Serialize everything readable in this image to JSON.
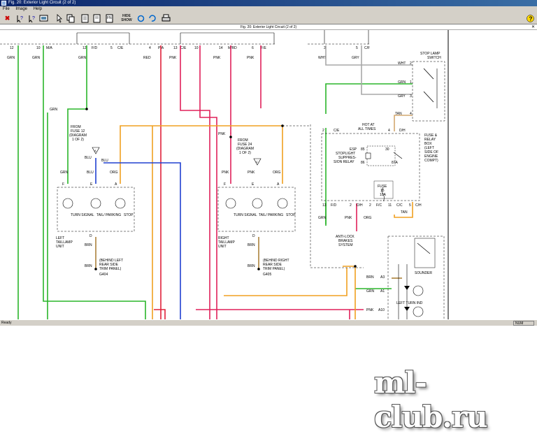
{
  "window": {
    "title": "Fig. 20: Exterior Light Circuit (2 of 2)",
    "menu": [
      "File",
      "Image",
      "Help"
    ]
  },
  "toolbar": {
    "close_glyph": "✖",
    "help_glyph": "?",
    "hide_show_label": "HIDE SHOW",
    "print_glyph": "🖶",
    "help_icon": "question-icon"
  },
  "document": {
    "title": "Fig. 20: Exterior Light Circuit (2 of 2)"
  },
  "status": {
    "left": "Ready",
    "right": "NUM"
  },
  "diagram": {
    "top_connectors": [
      {
        "pin": "12",
        "color": "GRN"
      },
      {
        "pin": "10",
        "code": "M/A",
        "color": "GRN"
      },
      {
        "pin": "12",
        "code": "F/D",
        "color": "GRN"
      },
      {
        "pin": "5",
        "code": "C/E",
        "color": ""
      },
      {
        "pin": "4",
        "code": "P/A",
        "color": "RED"
      },
      {
        "pin": "13",
        "code": "C/E",
        "color": "PNK"
      },
      {
        "pin": "10",
        "code": "",
        "color": ""
      },
      {
        "pin": "14",
        "code": "M/RD",
        "color": "PNK"
      },
      {
        "pin": "6",
        "code": "F/E",
        "color": "PNK"
      },
      {
        "pin": "3",
        "code": "",
        "color": "WHT"
      },
      {
        "pin": "5",
        "code": "C/F",
        "color": "GRY"
      }
    ],
    "left_fuse": {
      "line1": "FROM",
      "line2": "FUSE 12",
      "line3": "(DIAGRAM",
      "line4": "1 OF 2)",
      "letter": "A"
    },
    "right_fuse": {
      "line1": "FROM",
      "line2": "FUSE 24",
      "line3": "(DIAGRAM",
      "line4": "1 OF 2)",
      "letter": "C"
    },
    "left_unit": {
      "pins": [
        "F",
        "E",
        "A"
      ],
      "wires": [
        "GRN",
        "BLU",
        "ORG"
      ],
      "bulbs": [
        "TURN SIGNAL",
        "TAIL/ PARKING",
        "STOP"
      ],
      "name": [
        "LEFT",
        "TAILLAMP",
        "UNIT"
      ],
      "ground_pin": "D",
      "ground_wire": "BRN",
      "ground_wire2": "BRN",
      "ground_note": [
        "(BEHIND LEFT",
        "REAR SIDE",
        "TRIM PANEL)"
      ],
      "ground_id": "G404"
    },
    "right_unit": {
      "pins": [
        "F",
        "E",
        "A"
      ],
      "wires": [
        "PNK",
        "PNK",
        "ORG"
      ],
      "bulbs": [
        "TURN SIGNAL",
        "TAIL/ PARKING",
        "STOP"
      ],
      "name": [
        "RIGHT",
        "TAILLAMP",
        "UNIT"
      ],
      "ground_pin": "D",
      "ground_wire": "BRN",
      "ground_wire2": "BRN",
      "ground_note": [
        "(BEHIND RIGHT",
        "REAR SIDE",
        "TRIM PANEL)"
      ],
      "ground_id": "G405"
    },
    "misc_labels": {
      "grn_left": "GRN",
      "pnk_mid": "PNK",
      "blu": "BLU",
      "blu2": "BLU"
    },
    "stop_lamp_switch": {
      "name": [
        "STOP LAMP",
        "SWITCH"
      ],
      "pins": [
        {
          "wire": "WHT",
          "pin": "2"
        },
        {
          "wire": "GRN",
          "pin": "1"
        },
        {
          "wire": "GRY",
          "pin": "3"
        },
        {
          "wire": "TAN",
          "pin": "4"
        }
      ]
    },
    "relay_box": {
      "name": [
        "FUSE &",
        "RELAY",
        "BOX",
        "(LEFT",
        "SIDE OF",
        "ENGINE",
        "COMPT)"
      ],
      "hot": [
        "HOT AT",
        "ALL TIMES"
      ],
      "pin_left": {
        "pin": "2",
        "code": "C/E"
      },
      "pin_right": {
        "pin": "4",
        "code": "D/H"
      },
      "relay": [
        "ESP",
        "STOPLIGHT",
        "SUPPRES-",
        "SION RELAY"
      ],
      "relay_pins": [
        "85",
        "86",
        "30",
        "87A"
      ],
      "fuse": [
        "FUSE",
        "15",
        "10A"
      ],
      "bottom_pins": [
        {
          "pin": "13",
          "code": "F/D"
        },
        {
          "pin": "2",
          "code": "D/H"
        },
        {
          "pin": "2",
          "code": "F/C"
        },
        {
          "pin": "11",
          "code": "C/C"
        },
        {
          "pin": "5",
          "code": "C/H"
        }
      ],
      "bottom_wires": [
        "GRN",
        "PNK",
        "ORG",
        "TAN"
      ]
    },
    "abs": [
      "ANTI-LOCK",
      "BRAKES",
      "SYSTEM"
    ],
    "cluster": {
      "pins": [
        {
          "wire": "BRN",
          "pin": "A3"
        },
        {
          "wire": "GRN",
          "pin": "A1"
        },
        {
          "wire": "PNK",
          "pin": "A10"
        }
      ],
      "sounder": "SOUNDER",
      "left_turn": "LEFT TURN IND"
    }
  },
  "watermark": "ml-club.ru"
}
